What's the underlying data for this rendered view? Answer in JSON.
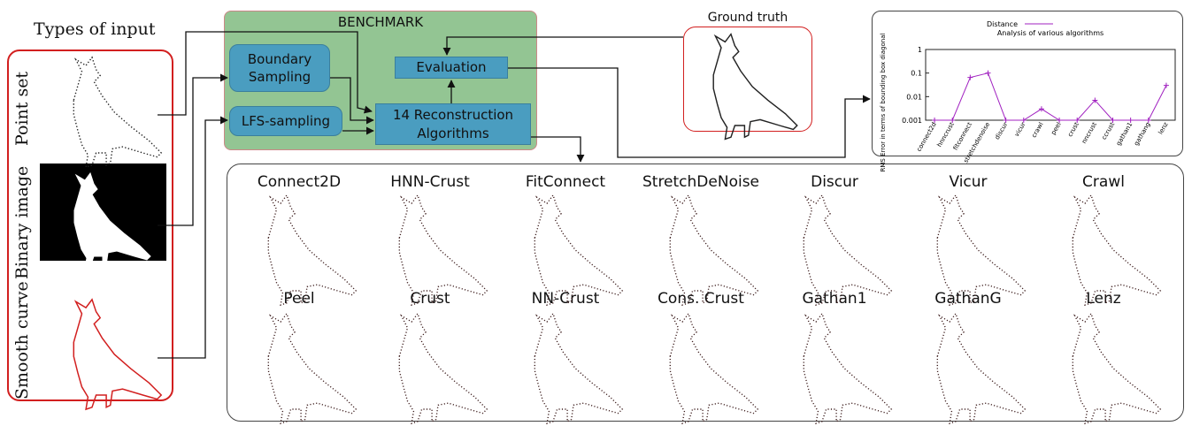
{
  "types_of_input": {
    "title": "Types of input",
    "items": [
      "Point set",
      "Binary image",
      "Smooth curve"
    ]
  },
  "benchmark": {
    "title": "BENCHMARK",
    "boundary_sampling": "Boundary Sampling",
    "lfs_sampling": "LFS-sampling",
    "evaluation": "Evaluation",
    "reconstruction": "14 Reconstruction Algorithms"
  },
  "ground_truth": {
    "title": "Ground truth"
  },
  "colors": {
    "frame_red": "#d21f1f",
    "benchmark_green": "#93c593",
    "box_blue": "#4a9dc0",
    "series_purple": "#a020c0"
  },
  "chart_data": {
    "type": "line",
    "title": "Analysis of various algorithms",
    "ylabel": "RMS Error in terms of bounding box diagonal",
    "legend": "top-center",
    "y_scale": "log",
    "ylim": [
      0.001,
      1
    ],
    "y_ticks": [
      "1",
      "0.1",
      "0.01",
      "0.001"
    ],
    "categories": [
      "connect2d",
      "hnncrust",
      "fitconnect",
      "stretchdenoise",
      "discur",
      "vicur",
      "crawl",
      "peel",
      "crust",
      "nncrust",
      "ccrust",
      "gathan1",
      "gathang",
      "lenz"
    ],
    "series": [
      {
        "name": "Distance",
        "values": [
          0.001,
          0.001,
          0.065,
          0.1,
          0.001,
          0.001,
          0.003,
          0.001,
          0.001,
          0.007,
          0.001,
          0.001,
          0.001,
          0.03
        ]
      }
    ]
  },
  "algorithms": [
    "Connect2D",
    "HNN-Crust",
    "FitConnect",
    "StretchDeNoise",
    "Discur",
    "Vicur",
    "Crawl",
    "Peel",
    "Crust",
    "NN-Crust",
    "Cons. Crust",
    "Gathan1",
    "GathanG",
    "Lenz"
  ]
}
